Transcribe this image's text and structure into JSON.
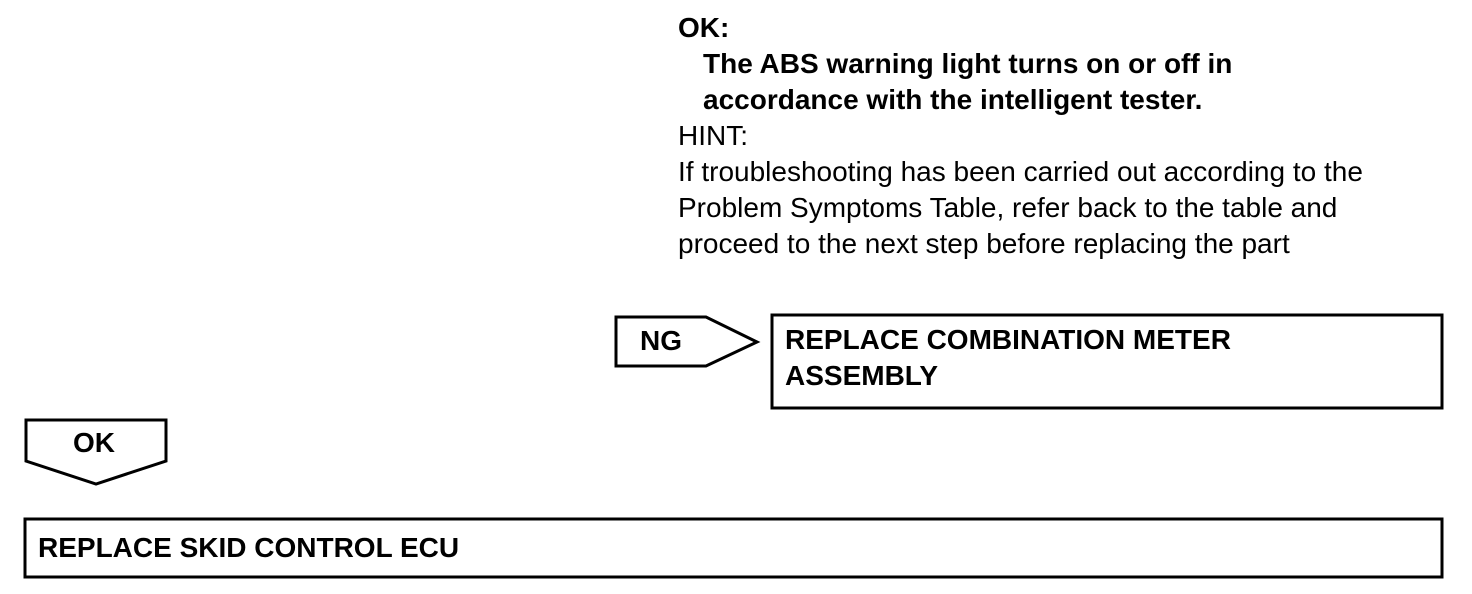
{
  "spec": {
    "ok_label": "OK:",
    "ok_lines": [
      "The ABS warning light turns on or off in",
      "accordance with the intelligent tester."
    ],
    "hint_label": "HINT:",
    "hint_lines": [
      "If troubleshooting has been carried out according to the",
      "Problem Symptoms Table, refer back to the table and",
      "proceed to the next step before replacing the part"
    ]
  },
  "ng_branch": {
    "arrow_label": "NG",
    "action_lines": [
      "REPLACE COMBINATION METER",
      "ASSEMBLY"
    ]
  },
  "ok_branch": {
    "arrow_label": "OK",
    "action": "REPLACE SKID CONTROL ECU"
  },
  "colors": {
    "stroke": "#000000",
    "background": "#ffffff"
  }
}
